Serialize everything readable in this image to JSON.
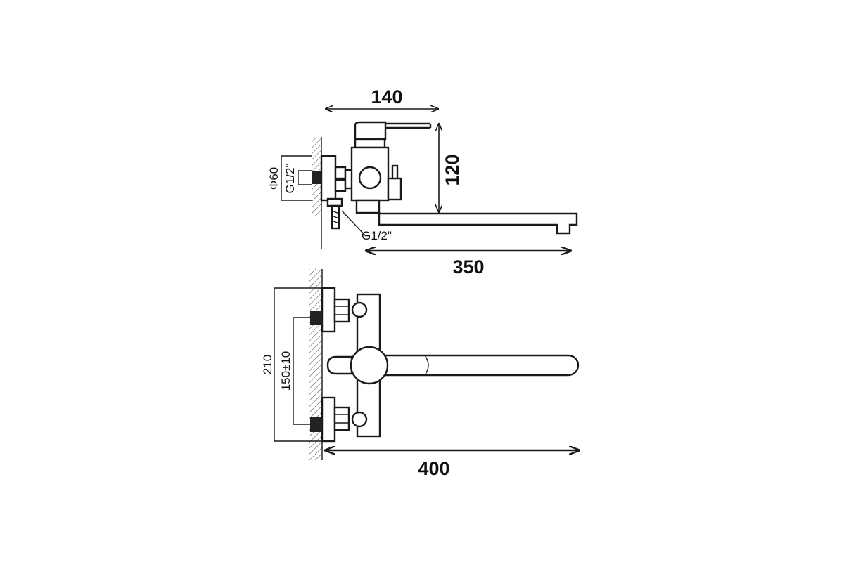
{
  "side_view": {
    "dim_width": "140",
    "dim_height": "120",
    "dim_spout": "350",
    "dim_diameter": "Φ60",
    "dim_thread_left": "G1/2\"",
    "dim_thread_bottom": "G1/2\""
  },
  "front_view": {
    "dim_height": "210",
    "dim_center": "150±10",
    "dim_length": "400"
  }
}
